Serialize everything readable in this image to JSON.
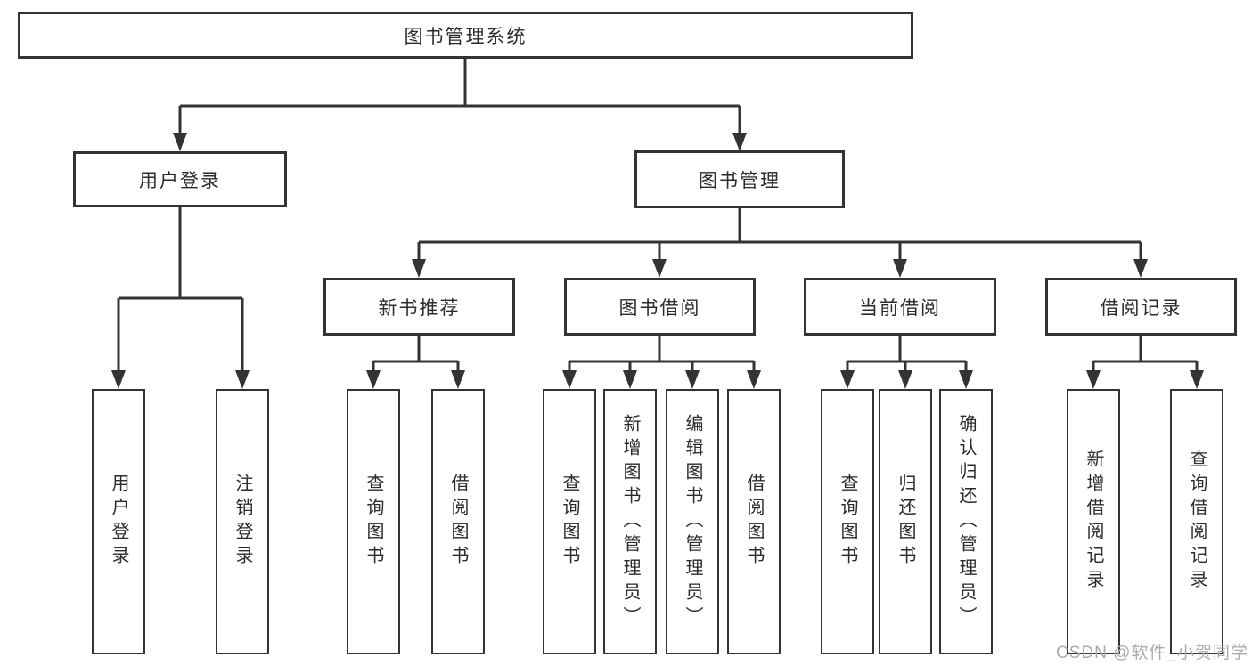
{
  "diagram": {
    "root": {
      "label": "图书管理系统"
    },
    "branches": {
      "user": {
        "label": "用户登录",
        "children": [
          {
            "label": "用户登录"
          },
          {
            "label": "注销登录"
          }
        ]
      },
      "books": {
        "label": "图书管理",
        "sections": [
          {
            "label": "新书推荐",
            "children": [
              {
                "label": "查询图书"
              },
              {
                "label": "借阅图书"
              }
            ]
          },
          {
            "label": "图书借阅",
            "children": [
              {
                "label": "查询图书"
              },
              {
                "label": "新增图书（管理员）"
              },
              {
                "label": "编辑图书（管理员）"
              },
              {
                "label": "借阅图书"
              }
            ]
          },
          {
            "label": "当前借阅",
            "children": [
              {
                "label": "查询图书"
              },
              {
                "label": "归还图书"
              },
              {
                "label": "确认归还（管理员）"
              }
            ]
          },
          {
            "label": "借阅记录",
            "children": [
              {
                "label": "新增借阅记录"
              },
              {
                "label": "查询借阅记录"
              }
            ]
          }
        ]
      }
    }
  },
  "watermark": {
    "text": "CSDN @软件_小贺同学"
  },
  "colors": {
    "line": "#333333",
    "box_border": "#333333",
    "text": "#2b2b2e",
    "watermark": "#ababab",
    "background": "#ffffff"
  }
}
